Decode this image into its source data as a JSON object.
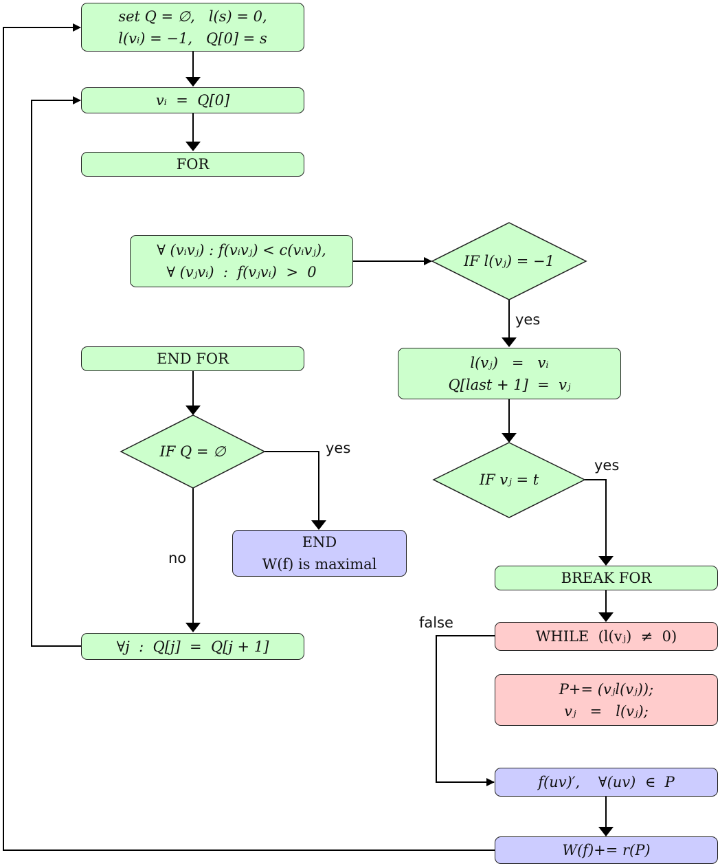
{
  "diagram": {
    "type": "flowchart",
    "colors": {
      "process": "#ccffcc",
      "loop": "#ffcccc",
      "terminal": "#ccccff",
      "stroke": "#222222"
    },
    "nodes": {
      "init": {
        "lines": [
          "set Q = ∅,   l(s) = 0,",
          "l(vᵢ) = −1,   Q[0] = s"
        ]
      },
      "dequeue": {
        "lines": [
          "vᵢ  =  Q[0]"
        ]
      },
      "for": {
        "lines": [
          "FOR"
        ]
      },
      "for_condition": {
        "lines": [
          "∀ (vᵢvⱼ) : f(vᵢvⱼ) < c(vᵢvⱼ),",
          "∀ (vⱼvᵢ)  :  f(vⱼvᵢ)  >  0"
        ]
      },
      "if_unlabeled": {
        "lines": [
          "IF l(vⱼ) = −1"
        ]
      },
      "label_assign": {
        "lines": [
          "l(vⱼ)   =   vᵢ",
          "Q[last + 1]  =  vⱼ"
        ]
      },
      "if_sink": {
        "lines": [
          "IF vⱼ = t"
        ]
      },
      "break_for": {
        "lines": [
          "BREAK FOR"
        ]
      },
      "end_for": {
        "lines": [
          "END FOR"
        ]
      },
      "if_queue_empty": {
        "lines": [
          "IF Q = ∅"
        ]
      },
      "end": {
        "lines": [
          "END",
          "W(f) is maximal"
        ]
      },
      "shift_queue": {
        "lines": [
          "∀j  :  Q[j]  =  Q[j + 1]"
        ]
      },
      "while": {
        "lines": [
          "WHILE  (l(vⱼ)  ≠  0)"
        ]
      },
      "path_build": {
        "lines": [
          "P+= (vⱼl(vⱼ));",
          "vⱼ   =   l(vⱼ);"
        ]
      },
      "flow_update": {
        "lines": [
          "f(uv)′,    ∀(uv)  ∈  P"
        ]
      },
      "weight_update": {
        "lines": [
          "W(f)+= r(P)"
        ]
      }
    },
    "edge_labels": {
      "yes_unlabeled": "yes",
      "yes_sink": "yes",
      "yes_queue_empty": "yes",
      "no_queue_empty": "no",
      "false_while": "false"
    }
  }
}
